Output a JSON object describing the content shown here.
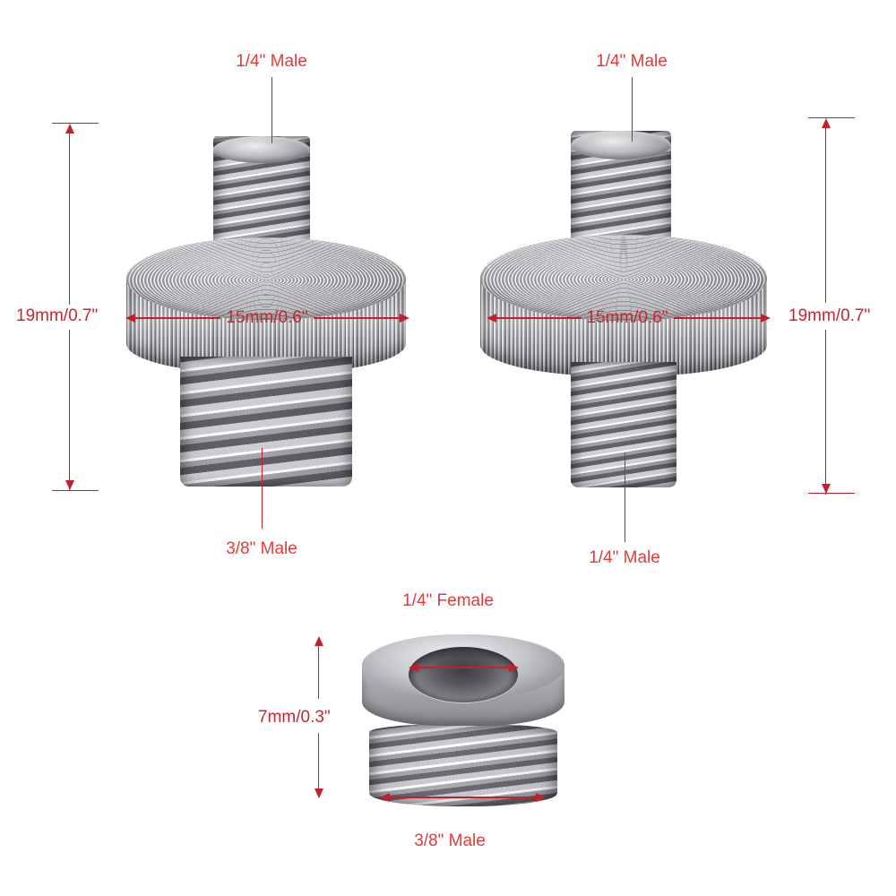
{
  "scene": {
    "background_color": "#ffffff",
    "annotation_text_color": "#e33b3b",
    "dimension_line_color": "#c4202a"
  },
  "parts": [
    {
      "id": "left-screw",
      "name": "1/4 inch male to 3/8 inch male screw adapter",
      "top_label": "1/4\" Male",
      "bottom_label": "3/8\" Male",
      "height_label": "19mm/0.7\"",
      "width_label": "15mm/0.6\""
    },
    {
      "id": "right-screw",
      "name": "double 1/4 inch male screw adapter",
      "top_label": "1/4\" Male",
      "bottom_label": "1/4\" Male",
      "height_label": "19mm/0.7\"",
      "width_label": "15mm/0.6\""
    },
    {
      "id": "bottom-bushing",
      "name": "1/4 inch female to 3/8 inch male bushing adapter",
      "top_label": "1/4\" Female",
      "bottom_label": "3/8\" Male",
      "height_label": "7mm/0.3\""
    }
  ]
}
